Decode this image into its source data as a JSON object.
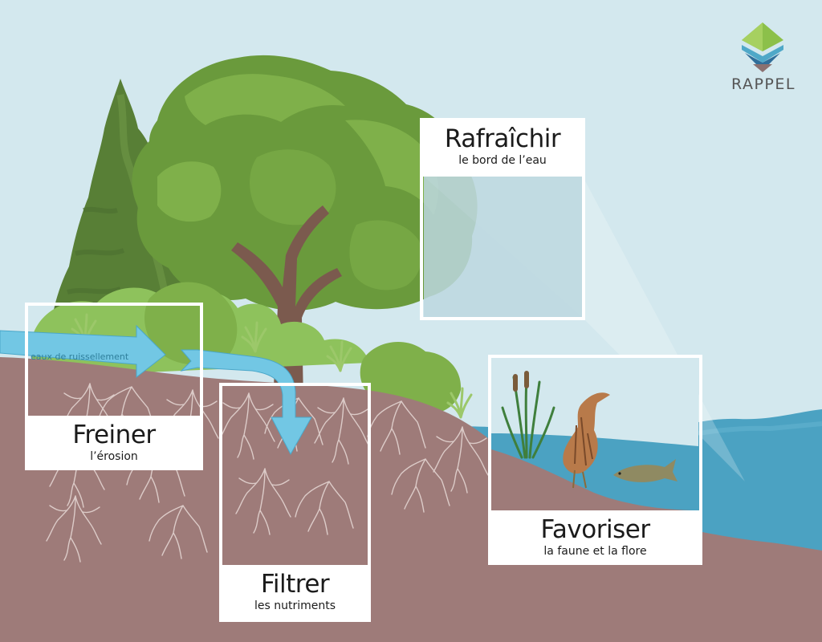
{
  "logo": {
    "name": "RAPPEL"
  },
  "runoff_label": "eaux de ruissellement",
  "functions": {
    "freiner": {
      "title": "Freiner",
      "subtitle": "l’érosion"
    },
    "filtrer": {
      "title": "Filtrer",
      "subtitle": "les nutriments"
    },
    "rafraichir": {
      "title": "Rafraîchir",
      "subtitle": "le bord de l’eau"
    },
    "favoriser": {
      "title": "Favoriser",
      "subtitle": "la faune et la flore"
    }
  },
  "colors": {
    "sky": "#d3e8ee",
    "soil": "#9e7b79",
    "water": "#4ba2c2",
    "runoff": "#72c7e4",
    "roots": "#d9c9c6",
    "tree_green": "#6a9a3c",
    "conifer_green": "#587f36",
    "trunk": "#7b5a4e",
    "frame": "#ffffff"
  }
}
